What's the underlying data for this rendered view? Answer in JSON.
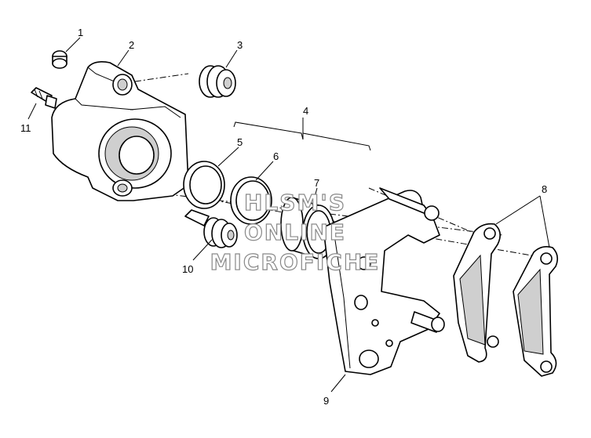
{
  "diagram": {
    "callouts": [
      "1",
      "2",
      "3",
      "4",
      "5",
      "6",
      "7",
      "8",
      "9",
      "10",
      "11"
    ],
    "watermark": [
      "HLSM'S",
      "ONLINE",
      "MICROFICHE"
    ]
  }
}
